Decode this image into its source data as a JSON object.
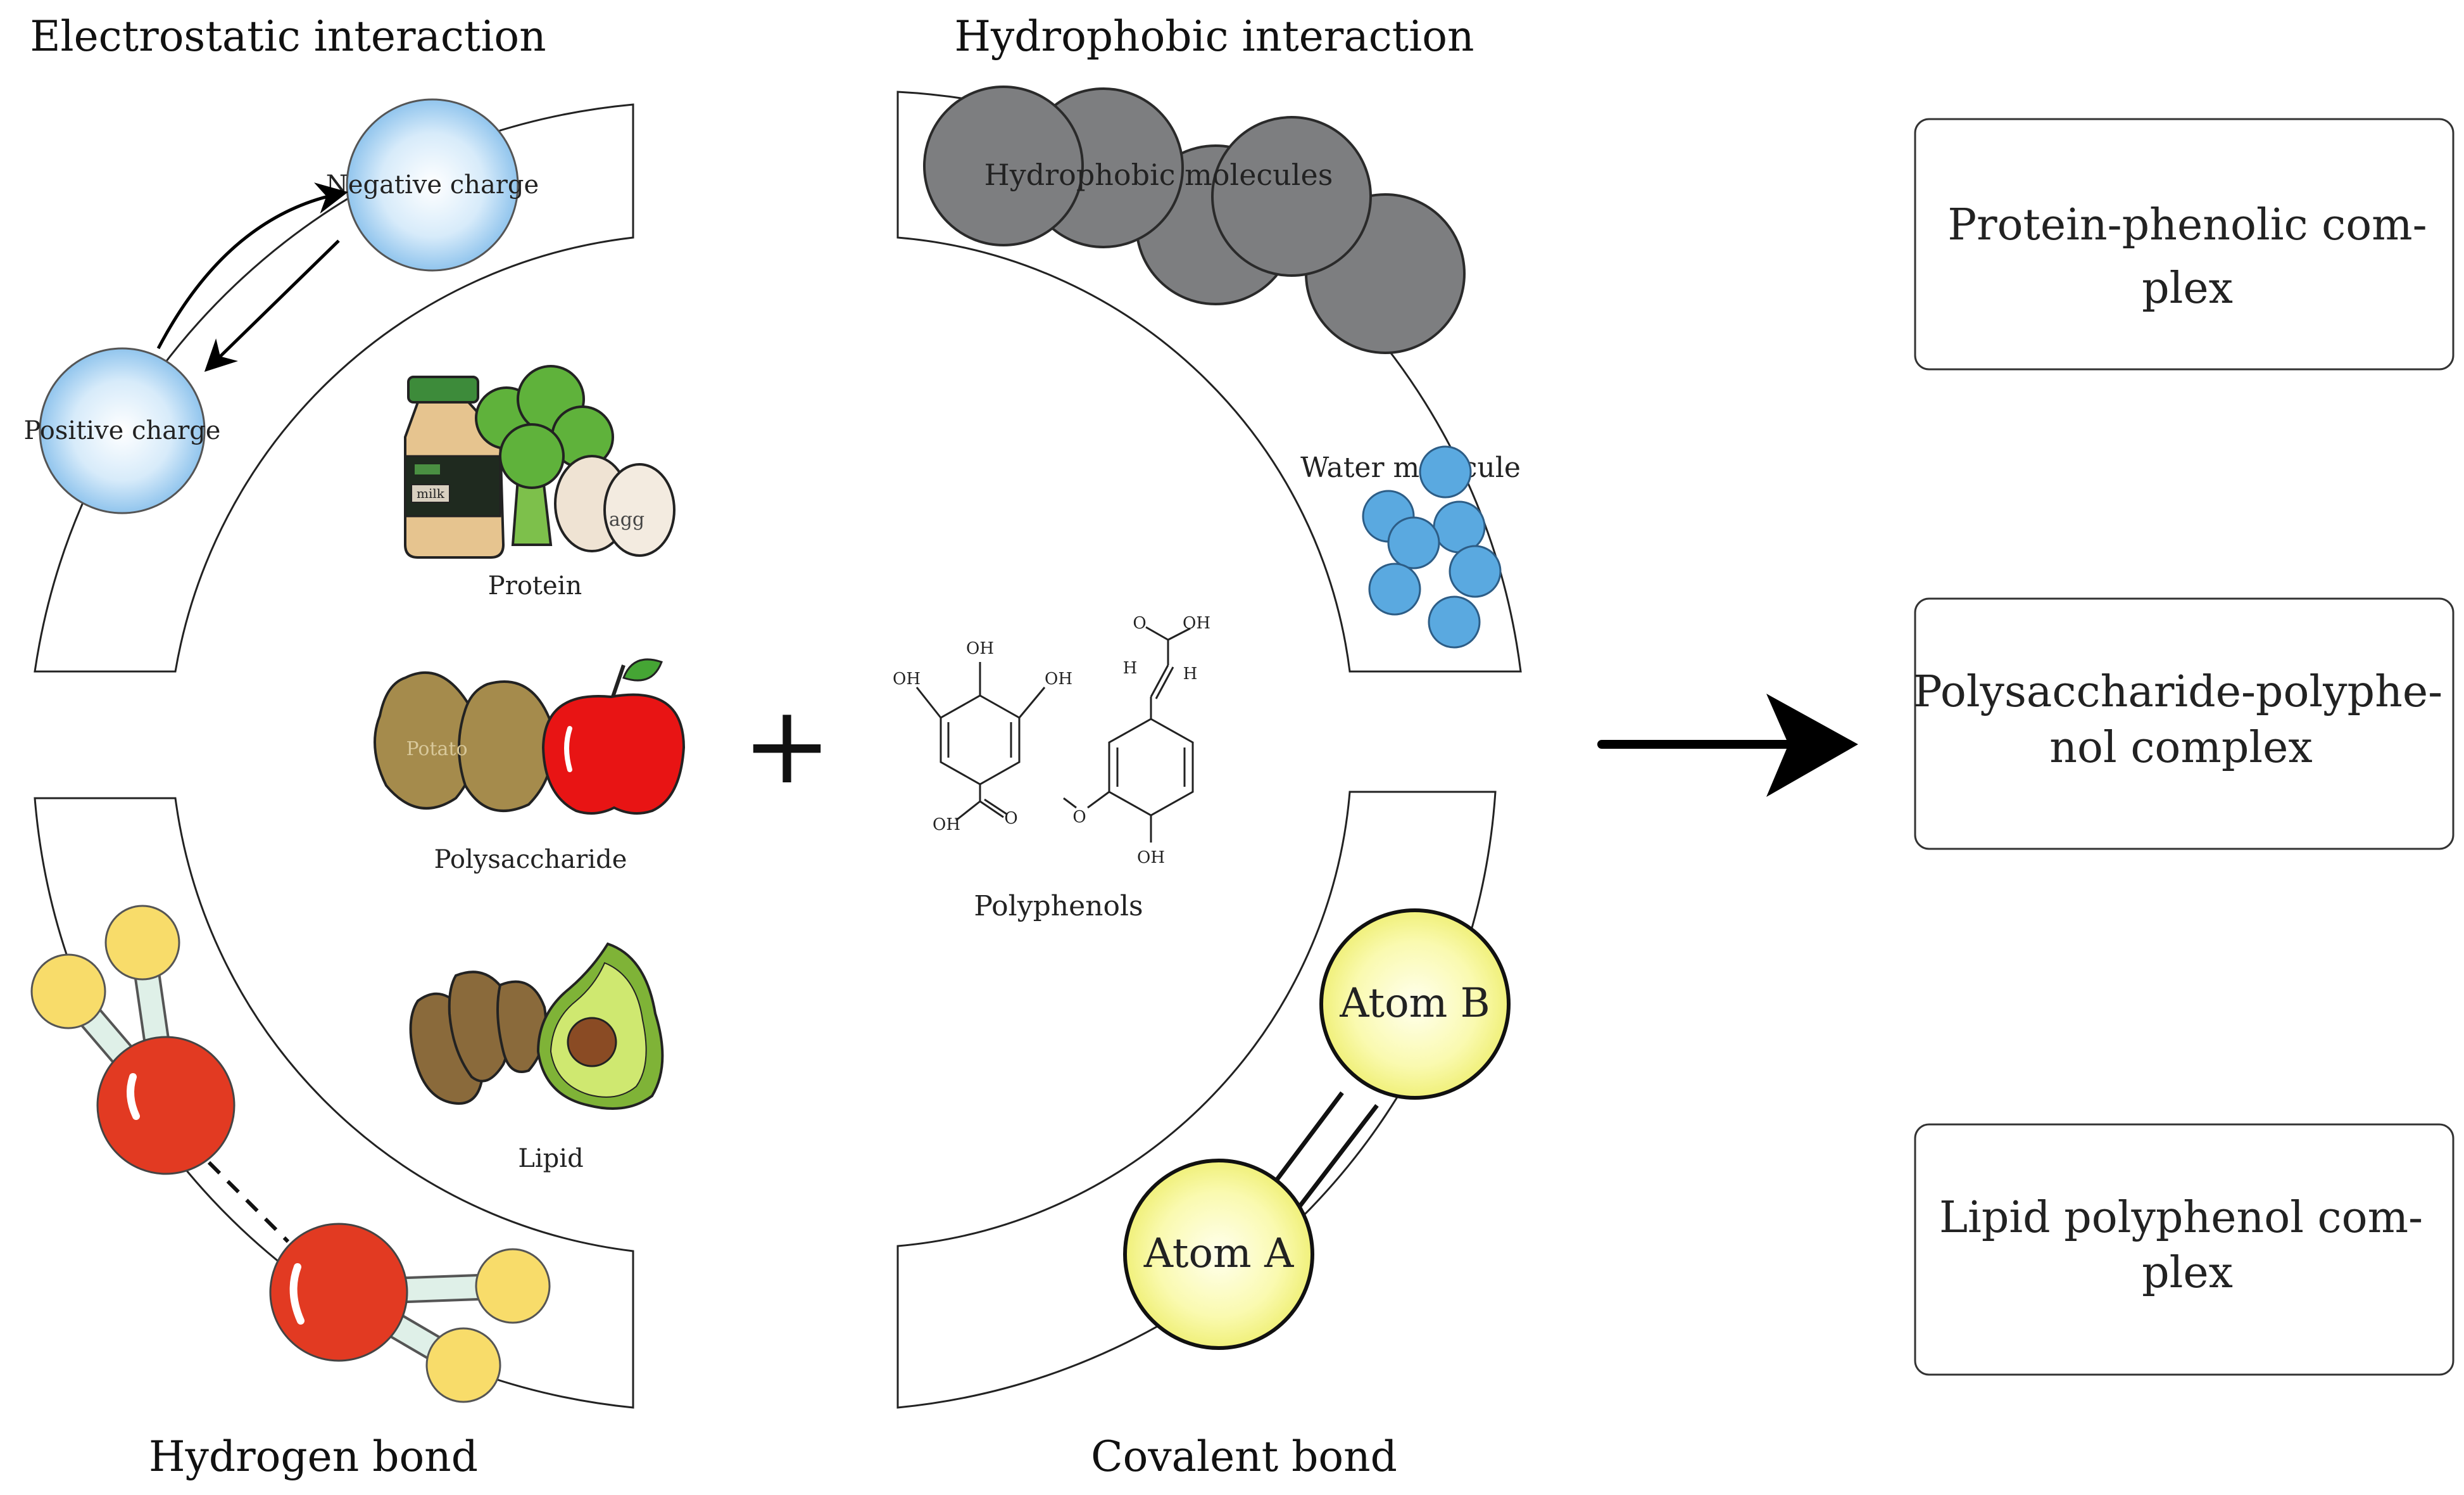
{
  "panels": {
    "electrostatic": {
      "title": "Electrostatic interaction",
      "negative_label": "Negative charge",
      "positive_label": "Positive charge"
    },
    "hydrophobic": {
      "title": "Hydrophobic interaction",
      "molecules_label": "Hydrophobic molecules",
      "water_label": "Water molecule"
    },
    "hydrogen": {
      "title": "Hydrogen bond"
    },
    "covalent": {
      "title": "Covalent bond",
      "atom_a": "Atom A",
      "atom_b": "Atom B"
    }
  },
  "foods": {
    "protein": {
      "label": "Protein",
      "milk_text": "milk",
      "egg_text": "agg"
    },
    "polysaccharide": {
      "label": "Polysaccharide",
      "potato_text": "Potato"
    },
    "lipid": {
      "label": "Lipid"
    }
  },
  "polyphenols": {
    "label": "Polyphenols",
    "atoms": [
      "OH",
      "OH",
      "OH",
      "OH",
      "O",
      "OH",
      "O",
      "H",
      "H",
      "O",
      "OH"
    ]
  },
  "operator": "+",
  "results": [
    {
      "line1": "Protein-phenolic com-",
      "line2": "plex"
    },
    {
      "line1": "Polysaccharide-polyphe-",
      "line2": "nol complex"
    },
    {
      "line1": "Lipid polyphenol com-",
      "line2": "plex"
    }
  ],
  "colors": {
    "charge_blue": "#8fc6f0",
    "hydrophobic_grey": "#7f8082",
    "water_blue": "#5aa9e0",
    "oxygen_red": "#e23a22",
    "hydrogen_yellow": "#f8dc6a",
    "atom_yellow": "#f2f27a"
  }
}
